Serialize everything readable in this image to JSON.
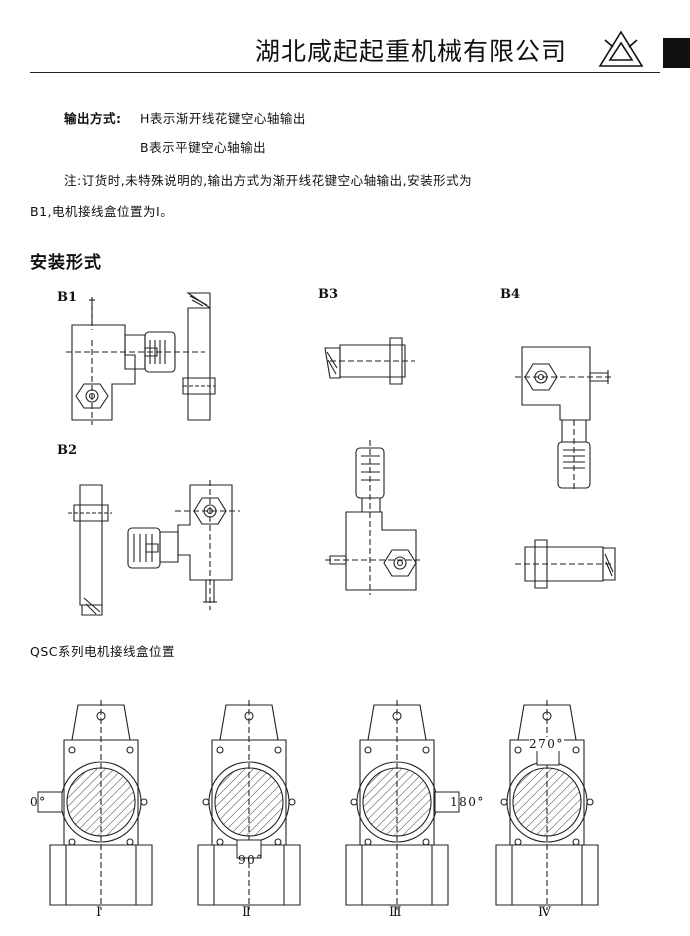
{
  "header": {
    "company": "湖北咸起起重机械有限公司"
  },
  "output": {
    "label": "输出方式:",
    "h_desc": "H表示渐开线花键空心轴输出",
    "b_desc": "B表示平键空心轴输出"
  },
  "note": {
    "line1": "注:订货时,未特殊说明的,输出方式为渐开线花键空心轴输出,安装形式为",
    "line2": "B1,电机接线盒位置为Ⅰ。"
  },
  "mounting": {
    "title": "安装形式",
    "labels": [
      "B1",
      "B3",
      "B4",
      "B2"
    ]
  },
  "junction": {
    "title": "QSC系列电机接线盒位置",
    "angles": [
      "0°",
      "90°",
      "180°",
      "270°"
    ],
    "positions": [
      "Ⅰ",
      "Ⅱ",
      "Ⅲ",
      "Ⅳ"
    ]
  }
}
